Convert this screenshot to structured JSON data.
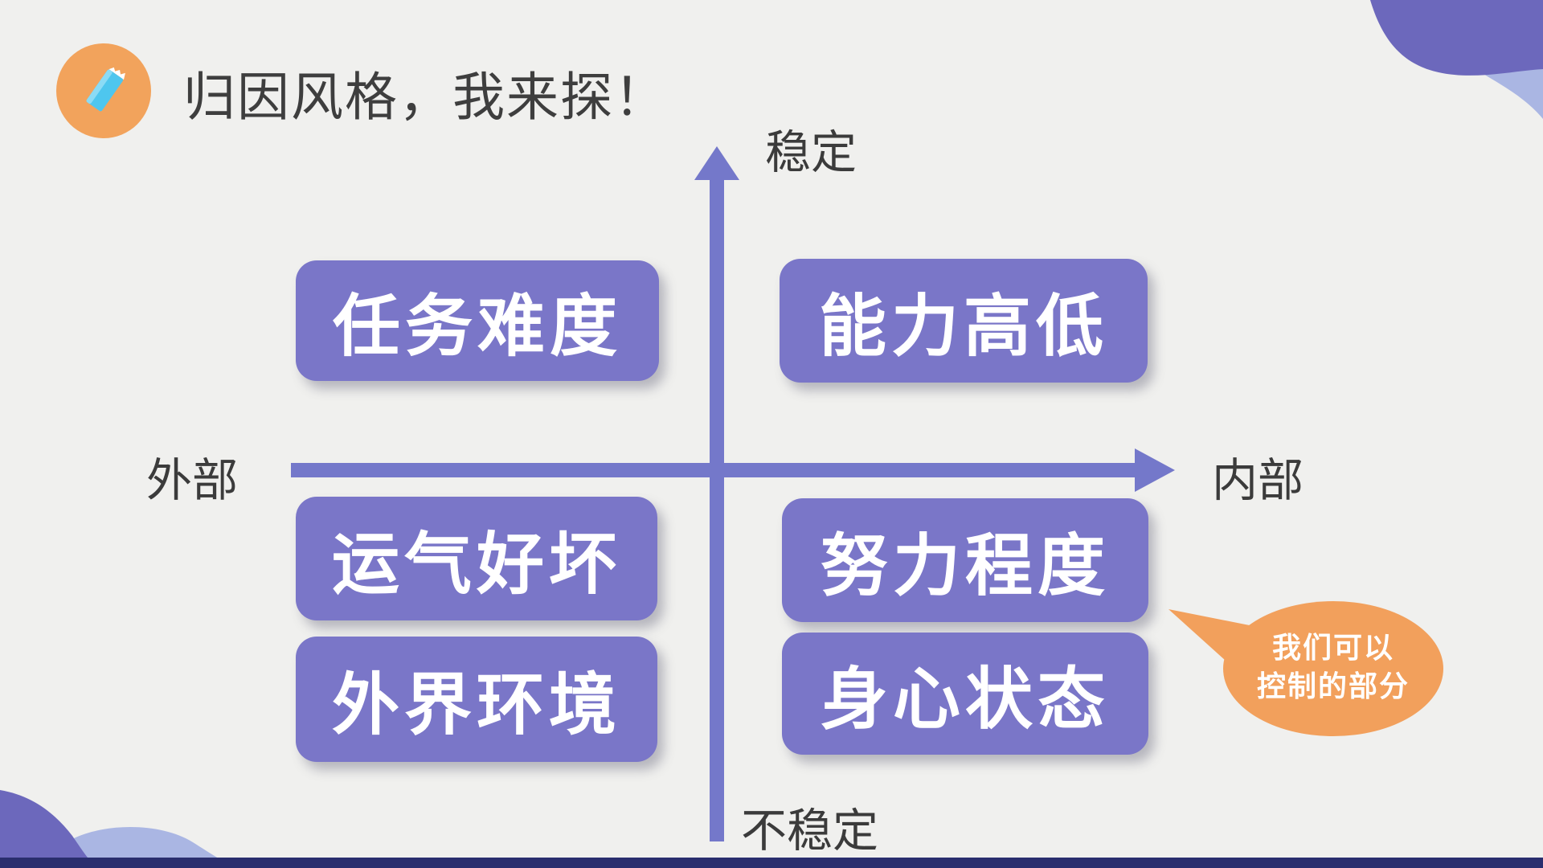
{
  "slide": {
    "title": "归因风格，我来探！"
  },
  "axes": {
    "vertical_top_label": "稳定",
    "vertical_bottom_label": "不稳定",
    "horizontal_left_label": "外部",
    "horizontal_right_label": "内部"
  },
  "boxes": {
    "task_difficulty": "任务难度",
    "ability_level": "能力高低",
    "luck": "运气好坏",
    "effort_level": "努力程度",
    "external_environment": "外界环境",
    "mind_body_state": "身心状态"
  },
  "callout": {
    "line1": "我们可以",
    "line2": "控制的部分"
  },
  "colors": {
    "background": "#f0f0ee",
    "box_purple": "#7a76c8",
    "axis_purple": "#7478ca",
    "decor_dark_purple": "#6c68bc",
    "decor_light_purple": "#aab6e3",
    "callout_orange": "#f2a05c",
    "icon_orange": "#f2a35c",
    "bottom_bar_navy": "#2a2e6e",
    "text_dark": "#3e3e3e",
    "text_white": "#ffffff"
  },
  "icons": {
    "header": "book-icon"
  }
}
